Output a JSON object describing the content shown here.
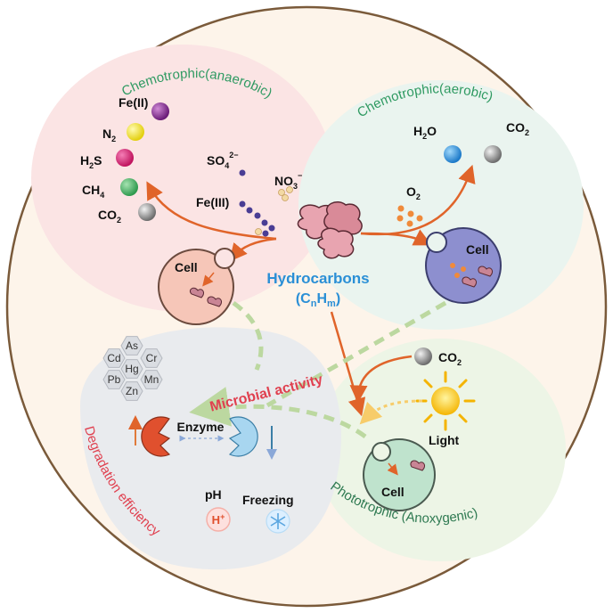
{
  "regions": {
    "anaerobic": "Chemotrophic(anaerobic)",
    "aerobic": "Chemotrophic(aerobic)",
    "phototrophic": "Phototrophic (Anoxygenic)",
    "degradation": "Degradation efficiency"
  },
  "center": {
    "title": "Hydrocarbons",
    "formula_open": "(C",
    "formula_sub_n": "n",
    "formula_h": "H",
    "formula_sub_m": "m",
    "formula_close": ")"
  },
  "molecules_left": {
    "fe2": "Fe(II)",
    "n2": "N",
    "n2_sub": "2",
    "h2s_h": "H",
    "h2s_sub": "2",
    "h2s_s": "S",
    "ch4": "CH",
    "ch4_sub": "4",
    "co2": "CO",
    "co2_sub": "2"
  },
  "acceptors_left": {
    "so4": "SO",
    "so4_sub": "4",
    "so4_sup": "2−",
    "no3": "NO",
    "no3_sub": "3",
    "no3_sup": "−",
    "fe3": "Fe(III)"
  },
  "aerobic_labels": {
    "h2o": "H",
    "h2o_sub": "2",
    "h2o_o": "O",
    "co2": "CO",
    "co2_sub": "2",
    "o2": "O",
    "o2_sub": "2"
  },
  "photo_labels": {
    "co2": "CO",
    "co2_sub": "2",
    "light": "Light"
  },
  "cells": {
    "left": "Cell",
    "right": "Cell",
    "bottom": "Cell"
  },
  "metals": [
    "As",
    "Cd",
    "Cr",
    "Hg",
    "Pb",
    "Mn",
    "Zn"
  ],
  "factors": {
    "microbial_activity": "Microbial activity",
    "enzyme": "Enzyme",
    "ph": "pH",
    "h_plus": "H",
    "h_plus_sup": "+",
    "freezing": "Freezing"
  },
  "colors": {
    "anaerobic_bg": "#fbe4e4",
    "aerobic_bg": "#eaf4ef",
    "photo_bg": "#edf5e6",
    "degradation_bg": "#e9ebee",
    "outer_bg": "#fdf4ea",
    "arrow": "#e0642a",
    "green_dash": "#bcd8a0",
    "region_green": "#2f9a62",
    "region_red": "#e0404f",
    "hydrocarbon_blue": "#2a8fd6"
  }
}
